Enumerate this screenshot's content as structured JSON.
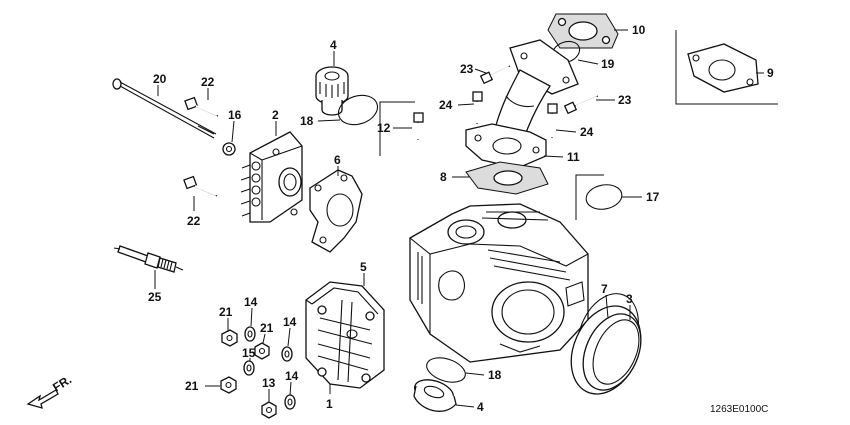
{
  "diagram": {
    "drawing_code": "1263E0100C",
    "direction_label": "FR.",
    "callouts": [
      {
        "id": "c20",
        "label": "20"
      },
      {
        "id": "c22a",
        "label": "22"
      },
      {
        "id": "c16",
        "label": "16"
      },
      {
        "id": "c2",
        "label": "2"
      },
      {
        "id": "c4a",
        "label": "4"
      },
      {
        "id": "c18a",
        "label": "18"
      },
      {
        "id": "c12",
        "label": "12"
      },
      {
        "id": "c6",
        "label": "6"
      },
      {
        "id": "c22b",
        "label": "22"
      },
      {
        "id": "c25",
        "label": "25"
      },
      {
        "id": "c23a",
        "label": "23"
      },
      {
        "id": "c10",
        "label": "10"
      },
      {
        "id": "c19",
        "label": "19"
      },
      {
        "id": "c9",
        "label": "9"
      },
      {
        "id": "c24a",
        "label": "24"
      },
      {
        "id": "c23b",
        "label": "23"
      },
      {
        "id": "c24b",
        "label": "24"
      },
      {
        "id": "c11",
        "label": "11"
      },
      {
        "id": "c8",
        "label": "8"
      },
      {
        "id": "c17",
        "label": "17"
      },
      {
        "id": "c5",
        "label": "5"
      },
      {
        "id": "c7",
        "label": "7"
      },
      {
        "id": "c3",
        "label": "3"
      },
      {
        "id": "c21a",
        "label": "21"
      },
      {
        "id": "c14a",
        "label": "14"
      },
      {
        "id": "c21b",
        "label": "21"
      },
      {
        "id": "c14b",
        "label": "14"
      },
      {
        "id": "c15",
        "label": "15"
      },
      {
        "id": "c21c",
        "label": "21"
      },
      {
        "id": "c13",
        "label": "13"
      },
      {
        "id": "c14c",
        "label": "14"
      },
      {
        "id": "c1",
        "label": "1"
      },
      {
        "id": "c18b",
        "label": "18"
      },
      {
        "id": "c4b",
        "label": "4"
      }
    ]
  }
}
